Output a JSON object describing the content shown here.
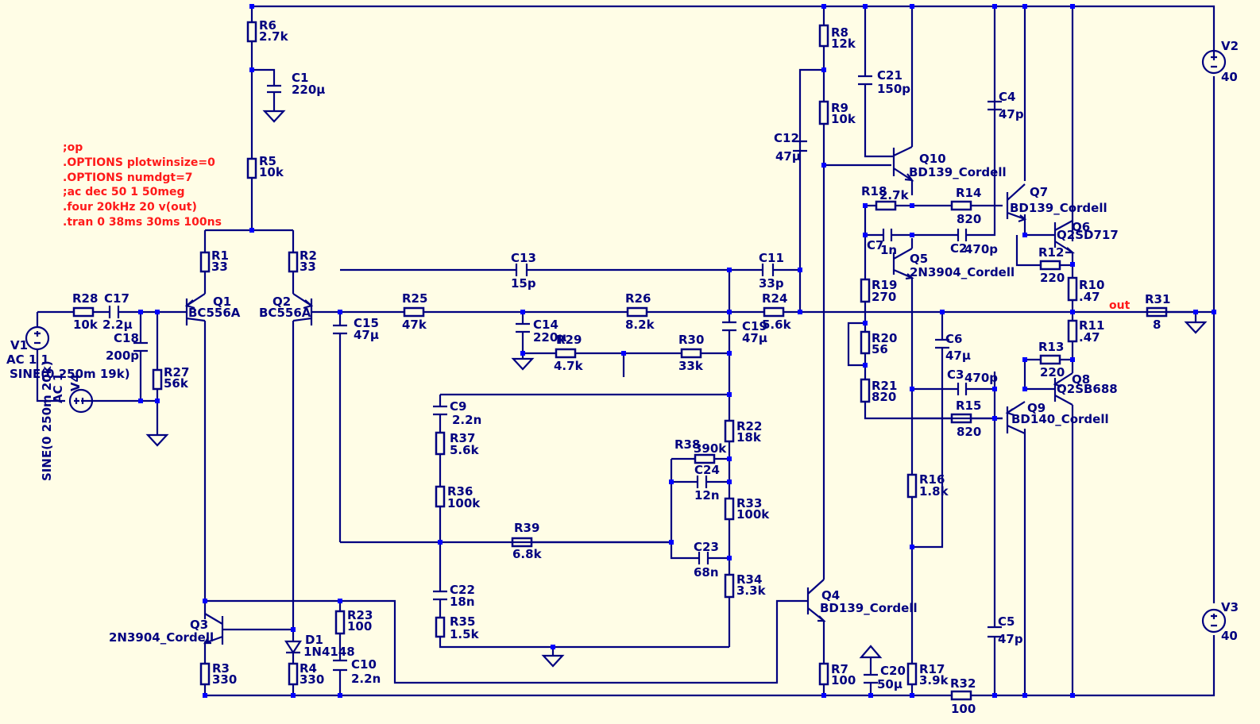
{
  "directives": [
    ";op",
    ".OPTIONS plotwinsize=0",
    ".OPTIONS numdgt=7",
    ";ac dec 50 1 50meg",
    ".four 20kHz 20 v(out)",
    ".tran 0 38ms 30ms 100ns"
  ],
  "net_label_out": "out",
  "sources": [
    {
      "name": "V1",
      "value": "AC 1 1",
      "extra": "SINE(0 250m 19k)"
    },
    {
      "name": "V4",
      "value": "AC 1",
      "extra": "SINE(0 250m 20k)"
    },
    {
      "name": "V2",
      "value": "40"
    },
    {
      "name": "V3",
      "value": "40"
    }
  ],
  "components": [
    {
      "name": "R6",
      "value": "2.7k"
    },
    {
      "name": "C1",
      "value": "220µ"
    },
    {
      "name": "R5",
      "value": "10k"
    },
    {
      "name": "R1",
      "value": "33"
    },
    {
      "name": "R2",
      "value": "33"
    },
    {
      "name": "Q1",
      "value": "BC556A"
    },
    {
      "name": "Q2",
      "value": "BC556A"
    },
    {
      "name": "R28",
      "value": "10k"
    },
    {
      "name": "C17",
      "value": "2.2µ"
    },
    {
      "name": "C18",
      "value": "200p"
    },
    {
      "name": "R27",
      "value": "56k"
    },
    {
      "name": "C13",
      "value": "15p"
    },
    {
      "name": "C11",
      "value": "33p"
    },
    {
      "name": "C15",
      "value": "47µ"
    },
    {
      "name": "R25",
      "value": "47k"
    },
    {
      "name": "C14",
      "value": "220µ"
    },
    {
      "name": "R26",
      "value": "8.2k"
    },
    {
      "name": "R24",
      "value": "5.6k"
    },
    {
      "name": "C19",
      "value": "47µ"
    },
    {
      "name": "R29",
      "value": "4.7k"
    },
    {
      "name": "R30",
      "value": "33k"
    },
    {
      "name": "C9",
      "value": "2.2n"
    },
    {
      "name": "R37",
      "value": "5.6k"
    },
    {
      "name": "R36",
      "value": "100k"
    },
    {
      "name": "R39",
      "value": "6.8k"
    },
    {
      "name": "C22",
      "value": "18n"
    },
    {
      "name": "R35",
      "value": "1.5k"
    },
    {
      "name": "R22",
      "value": "18k"
    },
    {
      "name": "R38",
      "value": "390k"
    },
    {
      "name": "C24",
      "value": "12n"
    },
    {
      "name": "R33",
      "value": "100k"
    },
    {
      "name": "C23",
      "value": "68n"
    },
    {
      "name": "R34",
      "value": "3.3k"
    },
    {
      "name": "Q3",
      "value": "2N3904_Cordell"
    },
    {
      "name": "R3",
      "value": "330"
    },
    {
      "name": "D1",
      "value": "1N4148"
    },
    {
      "name": "R4",
      "value": "330"
    },
    {
      "name": "R23",
      "value": "100"
    },
    {
      "name": "C10",
      "value": "2.2n"
    },
    {
      "name": "R8",
      "value": "12k"
    },
    {
      "name": "R9",
      "value": "10k"
    },
    {
      "name": "C21",
      "value": "150p"
    },
    {
      "name": "C12",
      "value": "47µ"
    },
    {
      "name": "Q10",
      "value": "BD139_Cordell"
    },
    {
      "name": "C4",
      "value": "47p"
    },
    {
      "name": "R18",
      "value": "2.7k"
    },
    {
      "name": "R14",
      "value": "820"
    },
    {
      "name": "Q7",
      "value": "BD139_Cordell"
    },
    {
      "name": "C7",
      "value": "1n"
    },
    {
      "name": "C2",
      "value": "470p"
    },
    {
      "name": "Q6",
      "value": "Q2SD717"
    },
    {
      "name": "Q5",
      "value": "2N3904_Cordell"
    },
    {
      "name": "R12",
      "value": "220"
    },
    {
      "name": "R19",
      "value": "270"
    },
    {
      "name": "R10",
      "value": ".47"
    },
    {
      "name": "R31",
      "value": "8"
    },
    {
      "name": "R11",
      "value": ".47"
    },
    {
      "name": "R20",
      "value": "56"
    },
    {
      "name": "C6",
      "value": "47µ"
    },
    {
      "name": "R13",
      "value": "220"
    },
    {
      "name": "C3",
      "value": "470p"
    },
    {
      "name": "Q8",
      "value": "Q2SB688"
    },
    {
      "name": "R21",
      "value": "820"
    },
    {
      "name": "R15",
      "value": "820"
    },
    {
      "name": "Q9",
      "value": "BD140_Cordell"
    },
    {
      "name": "R16",
      "value": "1.8k"
    },
    {
      "name": "Q4",
      "value": "BD139_Cordell"
    },
    {
      "name": "C5",
      "value": "47p"
    },
    {
      "name": "R7",
      "value": "100"
    },
    {
      "name": "C20",
      "value": "50µ"
    },
    {
      "name": "R17",
      "value": "3.9k"
    },
    {
      "name": "R32",
      "value": "100"
    }
  ]
}
